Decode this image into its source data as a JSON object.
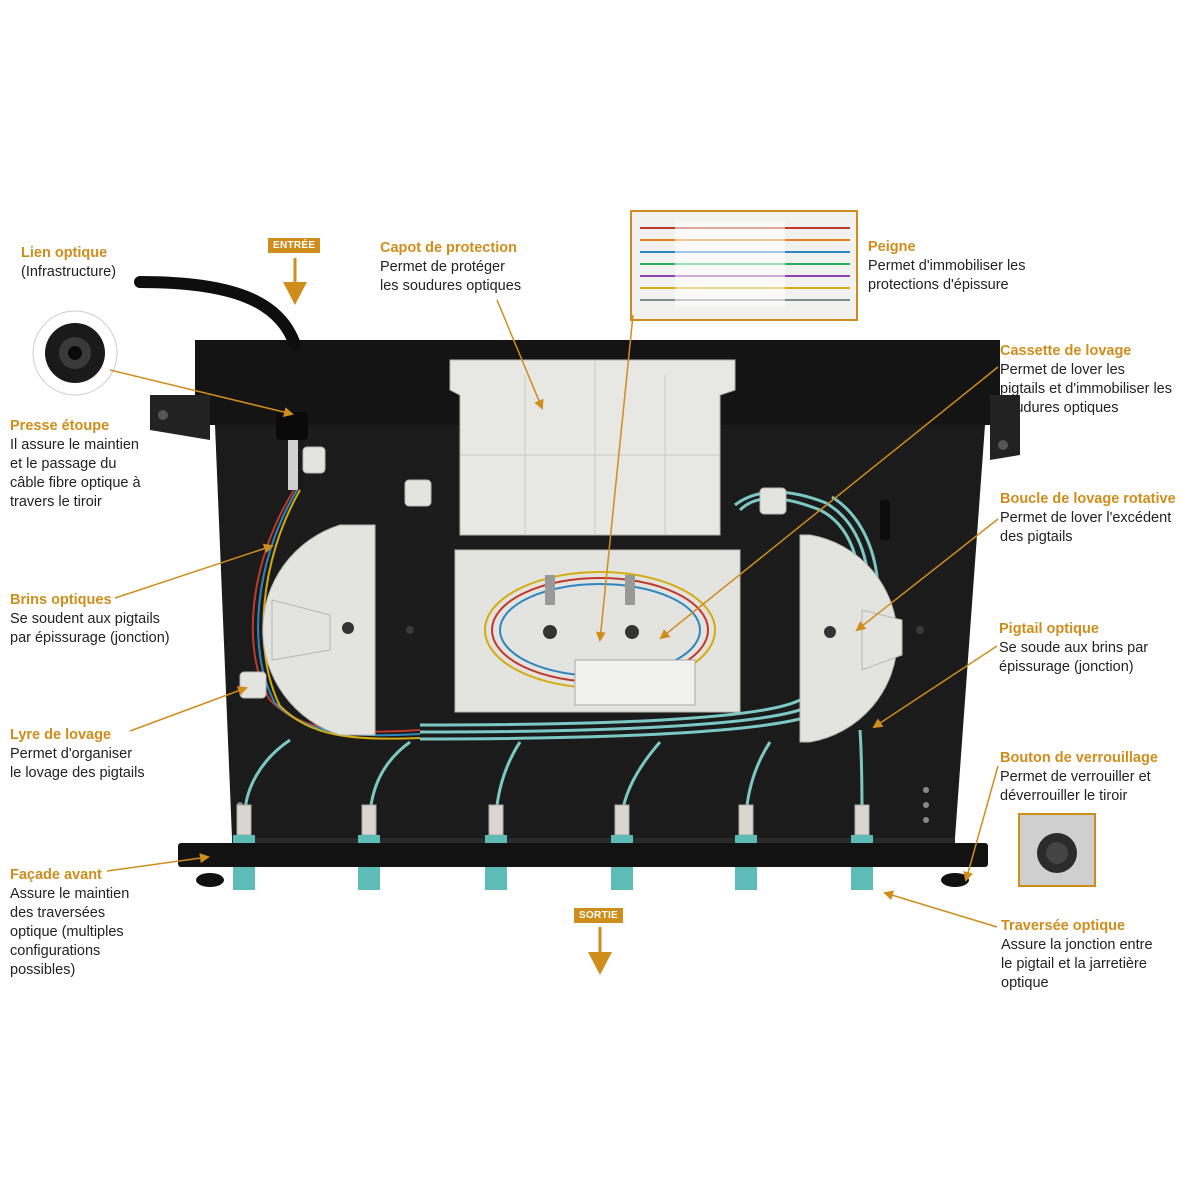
{
  "colors": {
    "accent": "#cf8d1c",
    "tray": "#1b1b1b",
    "module": "#e3e3df",
    "fiber": "#7cc8c4"
  },
  "arrows": {
    "entree": "ENTRÉE",
    "sortie": "SORTIE"
  },
  "labels": {
    "lien_optique": {
      "title": "Lien optique",
      "desc": "(Infrastructure)"
    },
    "presse_etoupe": {
      "title": "Presse étoupe",
      "desc": [
        "Il assure le maintien",
        "et le passage du",
        "câble fibre optique à",
        "travers le tiroir"
      ]
    },
    "brins_optiques": {
      "title": "Brins optiques",
      "desc": [
        "Se soudent aux pigtails",
        "par épissurage (jonction)"
      ]
    },
    "lyre_de_lovage": {
      "title": "Lyre de lovage",
      "desc": [
        "Permet d'organiser",
        "le lovage des pigtails"
      ]
    },
    "facade_avant": {
      "title": "Façade avant",
      "desc": [
        "Assure le maintien",
        "des traversées",
        "optique (multiples",
        "configurations",
        "possibles)"
      ]
    },
    "capot_de_protection": {
      "title": "Capot de protection",
      "desc": [
        "Permet de protéger",
        "les soudures optiques"
      ]
    },
    "peigne": {
      "title": "Peigne",
      "desc": [
        "Permet d'immobiliser les",
        "protections d'épissure"
      ]
    },
    "cassette_de_lovage": {
      "title": "Cassette de lovage",
      "desc": [
        "Permet de lover les",
        "pigtails et d'immobiliser les",
        "soudures optiques"
      ]
    },
    "boucle_de_lovage": {
      "title": "Boucle de lovage rotative",
      "desc": [
        "Permet de lover l'excédent",
        "des pigtails"
      ]
    },
    "pigtail_optique": {
      "title": "Pigtail optique",
      "desc": [
        "Se soude aux brins par",
        "épissurage (jonction)"
      ]
    },
    "bouton_de_verrouillage": {
      "title": "Bouton de verrouillage",
      "desc": [
        "Permet de verrouiller et",
        "déverrouiller le tiroir"
      ]
    },
    "traversee_optique": {
      "title": "Traversée optique",
      "desc": [
        "Assure la jonction entre",
        "le pigtail et la jarretière",
        "optique"
      ]
    }
  }
}
